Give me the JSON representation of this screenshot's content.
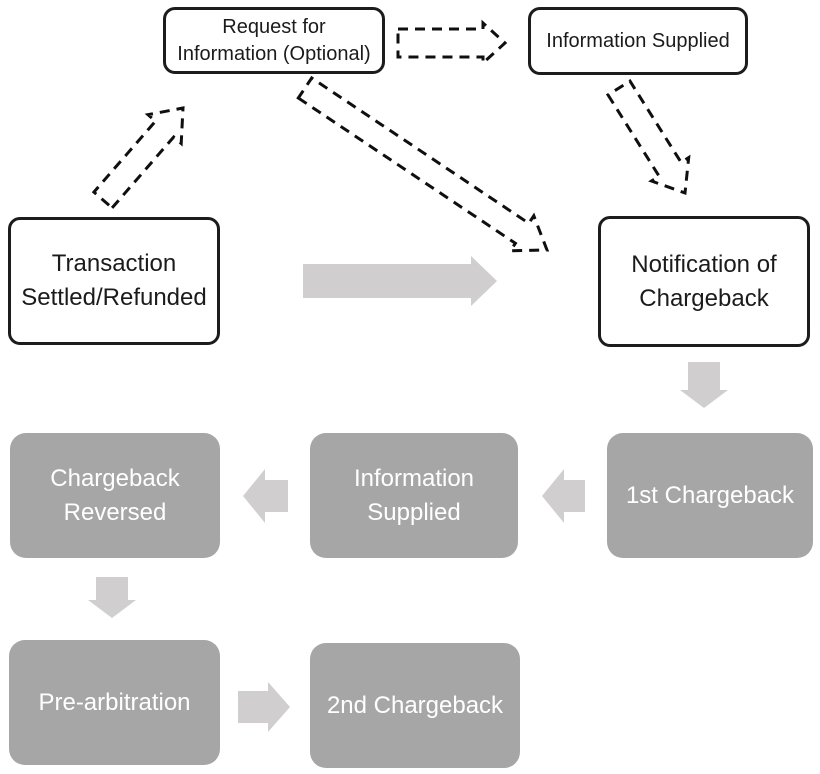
{
  "colors": {
    "background": "#ffffff",
    "gray_node_fill": "#a6a6a6",
    "gray_node_text": "#ffffff",
    "white_node_fill": "#ffffff",
    "white_node_border": "#1c1c1c",
    "white_node_text": "#1b1b1b",
    "solid_arrow_fill": "#d0cece",
    "dashed_arrow_stroke": "#0f0f0f"
  },
  "nodes": {
    "request_info": {
      "label": "Request for\nInformation (Optional)"
    },
    "info_supplied_top": {
      "label": "Information Supplied"
    },
    "transaction_settled": {
      "label": "Transaction\nSettled/Refunded"
    },
    "notification_chargeback": {
      "label": "Notification of\nChargeback"
    },
    "chargeback_reversed": {
      "label": "Chargeback\nReversed"
    },
    "information_supplied": {
      "label": "Information\nSupplied"
    },
    "first_chargeback": {
      "label": "1st Chargeback"
    },
    "pre_arbitration": {
      "label": "Pre-arbitration"
    },
    "second_chargeback": {
      "label": "2nd Chargeback"
    }
  },
  "edges": [
    {
      "from": "transaction_settled",
      "to": "request_info",
      "style": "dashed-outline-arrow"
    },
    {
      "from": "request_info",
      "to": "info_supplied_top",
      "style": "dashed-outline-arrow"
    },
    {
      "from": "request_info",
      "to": "notification_chargeback",
      "style": "dashed-outline-arrow"
    },
    {
      "from": "info_supplied_top",
      "to": "notification_chargeback",
      "style": "dashed-outline-arrow"
    },
    {
      "from": "transaction_settled",
      "to": "notification_chargeback",
      "style": "solid-gray-arrow"
    },
    {
      "from": "notification_chargeback",
      "to": "first_chargeback",
      "style": "solid-gray-arrow"
    },
    {
      "from": "first_chargeback",
      "to": "information_supplied",
      "style": "solid-gray-arrow"
    },
    {
      "from": "information_supplied",
      "to": "chargeback_reversed",
      "style": "solid-gray-arrow"
    },
    {
      "from": "chargeback_reversed",
      "to": "pre_arbitration",
      "style": "solid-gray-arrow"
    },
    {
      "from": "pre_arbitration",
      "to": "second_chargeback",
      "style": "solid-gray-arrow"
    }
  ]
}
